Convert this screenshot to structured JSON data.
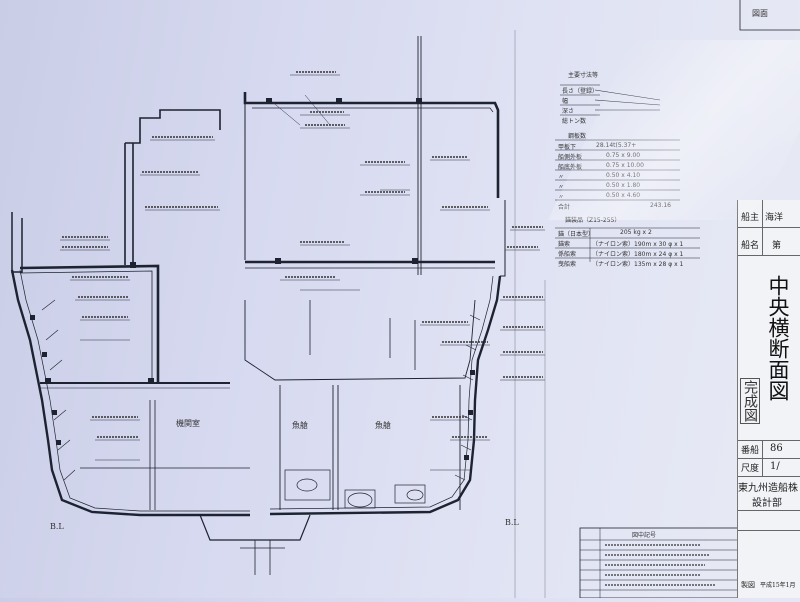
{
  "title_block": {
    "owner_label": "船主",
    "owner_value": "海洋",
    "ship_name_label": "船名",
    "ship_name_value": "第",
    "drawing_title": "中央横断面図",
    "completion_stamp": "完成図",
    "hull_no_label": "番船",
    "hull_no_value": "86",
    "scale_label": "尺度",
    "scale_value": "1/",
    "company": "東九州造船株",
    "department": "設計部",
    "date_label": "製図",
    "date_value": "平成15年1月"
  },
  "rooms": {
    "engine_room": "機関室",
    "fish_hold_left": "魚艙",
    "fish_hold_right": "魚艙"
  },
  "baseline_left": "B.L",
  "baseline_right": "B.L",
  "spec_table": {
    "header": "主要寸法等",
    "rows": [
      "長さ（登録）",
      "幅",
      "深さ",
      "総トン数"
    ],
    "material_header": "鋼板数",
    "material_rows": [
      {
        "label": "甲板下",
        "value": "28.14t(5.37+"
      },
      {
        "label": "船側外板",
        "value": "0.75 x 9.00"
      },
      {
        "label": "船底外板",
        "value": "0.75 x 10.00"
      },
      {
        "label": "〃",
        "value": "0.50 x 4.10"
      },
      {
        "label": "〃",
        "value": "0.50 x 1.80"
      },
      {
        "label": "〃",
        "value": "0.50 x 4.60"
      }
    ],
    "total_label": "合計",
    "total_value": "243.16",
    "anchor_header": "錨装品（Z15-255）",
    "anchor_rows": [
      {
        "label": "錨（日本型）",
        "value": "205 kg x 2"
      },
      {
        "label": "錨索",
        "value": "（ナイロン索）190m x 30 φ x 1"
      },
      {
        "label": "係船索",
        "value": "（ナイロン索）180m x 24 φ x 1"
      },
      {
        "label": "曳船索",
        "value": "（ナイロン索）135m x 28 φ x 1"
      }
    ]
  },
  "legend_header": "図中記号",
  "top_right_label": "図面"
}
